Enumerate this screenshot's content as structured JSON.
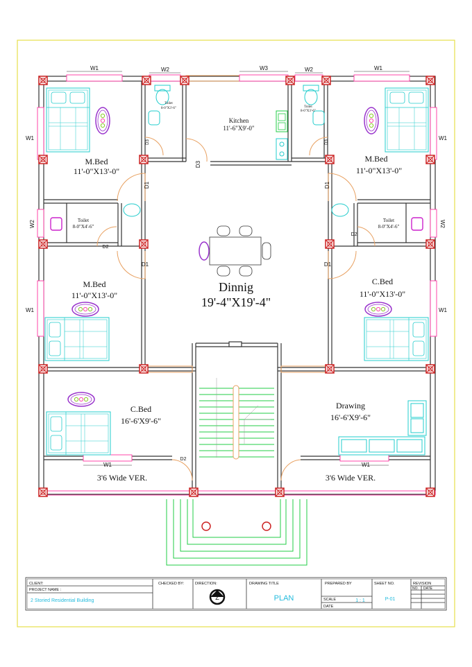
{
  "colors": {
    "frame": "#e6e04a",
    "wall": "#333333",
    "stairs": "#22cc44",
    "fixture": "#22cccc",
    "accent": "#cc2222",
    "pink": "#ff44aa",
    "purple": "#9933cc",
    "title_text": "#22bbdd"
  },
  "window_labels": {
    "w1": "W1",
    "w2": "W2",
    "w3": "W3"
  },
  "door_labels": {
    "d1": "D1",
    "d2": "D2",
    "d3": "D3"
  },
  "rooms": {
    "mbed_tl_name": "M.Bed",
    "mbed_tl_dim": "11'-0\"X13'-0\"",
    "toilet_top_name": "Toilet",
    "toilet_top_dim": "8-0\"X3'-6\"",
    "kitchen_name": "Kitchen",
    "kitchen_dim": "11'-6\"X9'-0\"",
    "mbed_tr_name": "M.Bed",
    "mbed_tr_dim": "11'-0\"X13'-0\"",
    "toilet_mid_name": "Toilet",
    "toilet_mid_dim": "8-0\"X4'-6\"",
    "mbed_ml_name": "M.Bed",
    "mbed_ml_dim": "11'-0\"X13'-0\"",
    "cbed_mr_name": "C.Bed",
    "cbed_mr_dim": "11'-0\"X13'-0\"",
    "dining_name": "Dinnig",
    "dining_dim": "19'-4\"X19'-4\"",
    "cbed_bl_name": "C.Bed",
    "cbed_bl_dim": "16'-6'X9'-6\"",
    "drawing_name": "Drawing",
    "drawing_dim": "16'-6'X9'-6\"",
    "veranda_l": "3'6 Wide VER.",
    "veranda_r": "3'6 Wide VER."
  },
  "title_block": {
    "client_label": "CLIENT:",
    "project_name_label": "PROJECT NAME :",
    "project_name": "2 Storied Residential Building",
    "checked_by_label": "CHECKED BY:",
    "direction_label": "DIRECTION:",
    "drawing_title_label": "DRAWING TITLE",
    "drawing_title": "PLAN",
    "prepared_by_label": "PREPARED BY",
    "scale_label": "SCALE",
    "scale_value": "1 : 1",
    "date_label": "DATE",
    "sheet_no_label": "SHEET NO.",
    "sheet_no": "P-01",
    "revision_label": "REVISION",
    "no_label": "NO.",
    "date_col_label": "DATE"
  }
}
